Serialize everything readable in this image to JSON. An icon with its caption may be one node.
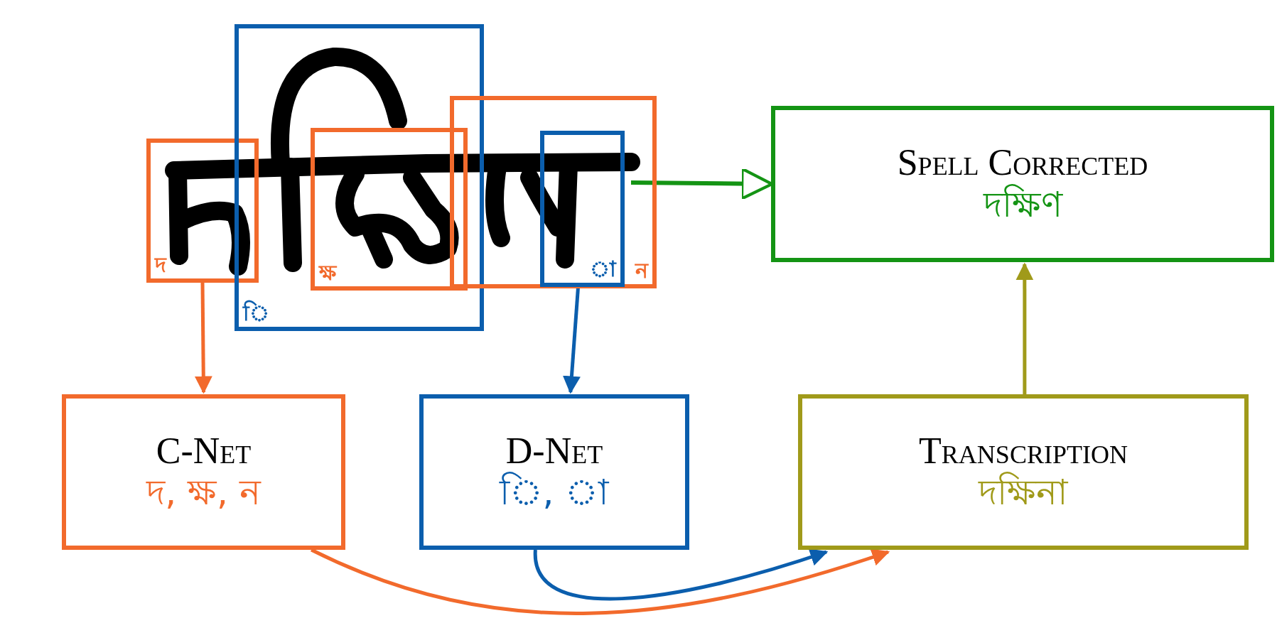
{
  "diagram": {
    "nodes": [
      {
        "text": [],
        "shape": "picture"
      },
      {
        "text": [
          "দ"
        ]
      },
      {
        "text": [
          "◌ি"
        ]
      },
      {
        "text": [
          "ক্ষ"
        ],
        "in": 2
      },
      {
        "text": [
          "ন"
        ]
      },
      {
        "text": [
          "◌া"
        ],
        "in": 4
      },
      {
        "text": [
          "Spell Corrected",
          "দক্ষিণ"
        ]
      },
      {
        "text": [
          "C-Net",
          "দ, ক্ষ, ন"
        ]
      },
      {
        "text": [
          "D-Net",
          "◌ি, ◌া"
        ]
      },
      {
        "text": [
          "Transcription",
          "দক্ষিনা"
        ]
      }
    ],
    "edges": [
      {
        "from": 1,
        "to": 7,
        "arrow": "to",
        "color": "#f26a2c"
      },
      {
        "from": 5,
        "to": 8,
        "arrow": "to",
        "color": "#0b5ead"
      },
      {
        "from": 0,
        "to": 6,
        "arrow": "to",
        "color": "#149414"
      },
      {
        "from": 9,
        "to": 6,
        "arrow": "to",
        "color": "#a09a1a"
      },
      {
        "from": 8,
        "to": 9,
        "arrow": "to",
        "color": "#0b5ead"
      },
      {
        "from": 7,
        "to": 9,
        "arrow": "to",
        "color": "#f26a2c"
      }
    ]
  }
}
